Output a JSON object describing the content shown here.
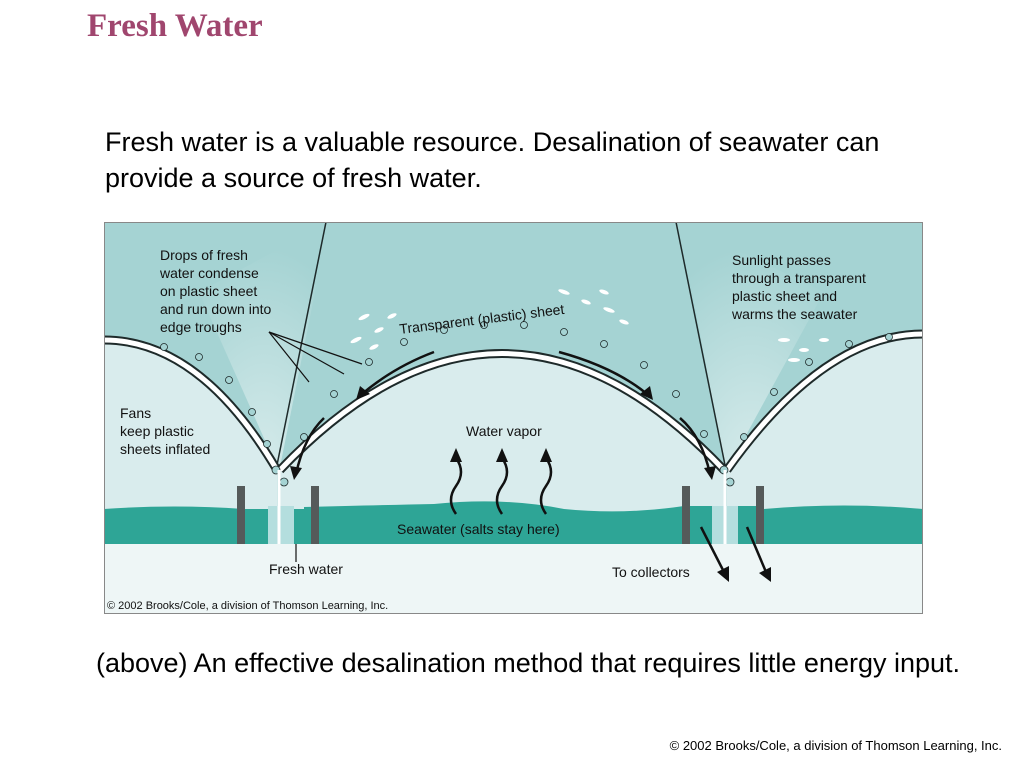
{
  "slide": {
    "title": "Fresh Water",
    "intro": "Fresh water is a valuable resource. Desalination of seawater can provide a source of fresh water.",
    "caption": "(above) An effective desalination method that requires little energy input.",
    "footer": "© 2002 Brooks/Cole, a division of Thomson Learning, Inc."
  },
  "diagram": {
    "labels": {
      "drops": [
        "Drops of fresh",
        "water condense",
        "on plastic sheet",
        "and run down into",
        "edge troughs"
      ],
      "sunlight": [
        "Sunlight passes",
        "through a transparent",
        "plastic sheet and",
        "warms the seawater"
      ],
      "fans": [
        "Fans",
        "keep plastic",
        "sheets inflated"
      ],
      "sheet": "Transparent (plastic) sheet",
      "vapor": "Water vapor",
      "seawater": "Seawater (salts stay here)",
      "fresh_water": "Fresh water",
      "collectors": "To collectors"
    },
    "credit": "© 2002 Brooks/Cole, a division of Thomson Learning, Inc.",
    "colors": {
      "sky": "#a5d3d3",
      "inside_air": "#d9eced",
      "seawater": "#2ea596",
      "ground": "#eef6f6",
      "sheet": "#ffffff",
      "outline": "#1e2a2a"
    }
  }
}
